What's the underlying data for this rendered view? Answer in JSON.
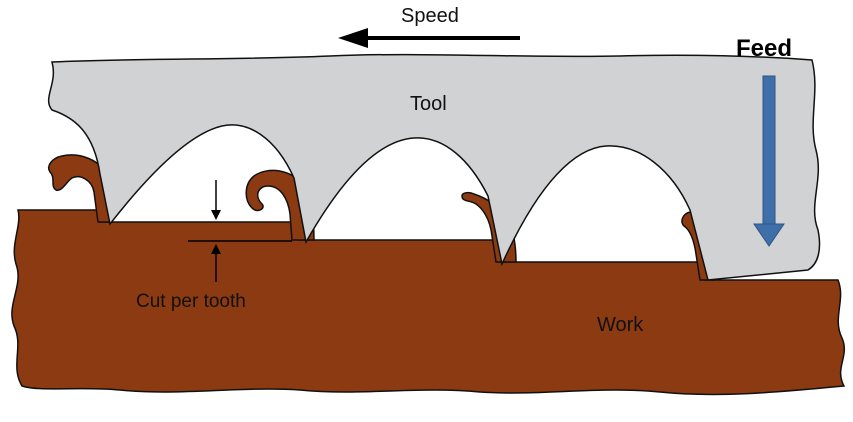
{
  "labels": {
    "speed": "Speed",
    "feed": "Feed",
    "tool": "Tool",
    "cut_per_tooth": "Cut per tooth",
    "work": "Work"
  },
  "colors": {
    "tool": "#d0d2d4",
    "work": "#8b3a12",
    "feed_arrow": "#3f6fa8",
    "outline": "#111111"
  }
}
